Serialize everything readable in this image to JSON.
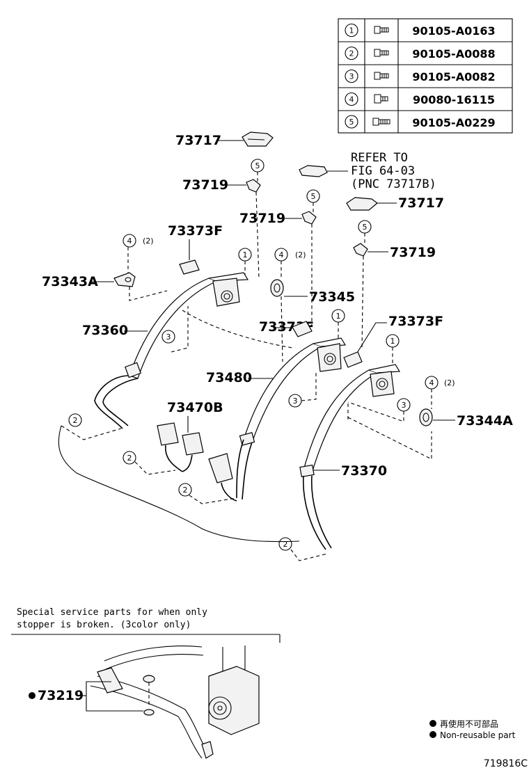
{
  "fastener_table": {
    "rows": [
      {
        "index": "1",
        "part_no": "90105-A0163",
        "icon": "bolt-icon"
      },
      {
        "index": "2",
        "part_no": "90105-A0088",
        "icon": "bolt-icon"
      },
      {
        "index": "3",
        "part_no": "90105-A0082",
        "icon": "bolt-icon"
      },
      {
        "index": "4",
        "part_no": "90080-16115",
        "icon": "bolt-icon"
      },
      {
        "index": "5",
        "part_no": "90105-A0229",
        "icon": "bolt-icon"
      }
    ]
  },
  "labels": {
    "p73717_a": "73717",
    "p73717_b": "73717",
    "p73719_a": "73719",
    "p73719_b": "73719",
    "p73719_c": "73719",
    "p73373f_a": "73373F",
    "p73373f_b": "73373F",
    "p73373f_c": "73373F",
    "p73343a": "73343A",
    "p73344a": "73344A",
    "p73345": "73345",
    "p73360": "73360",
    "p73480": "73480",
    "p73470b": "73470B",
    "p73370": "73370",
    "p73219": "73219",
    "qty2": "(2)"
  },
  "callouts": {
    "c1": "1",
    "c2": "2",
    "c3": "3",
    "c4": "4",
    "c5": "5"
  },
  "refer": {
    "line1": "REFER TO",
    "line2": "FIG 64-03",
    "line3": "(PNC 73717B)"
  },
  "special": {
    "line1": "Special service parts for when only",
    "line2": "stopper is broken. (3color only)"
  },
  "legend": {
    "jp": "再使用不可部品",
    "en": "Non-reusable part"
  },
  "diagram_code": "719816C"
}
